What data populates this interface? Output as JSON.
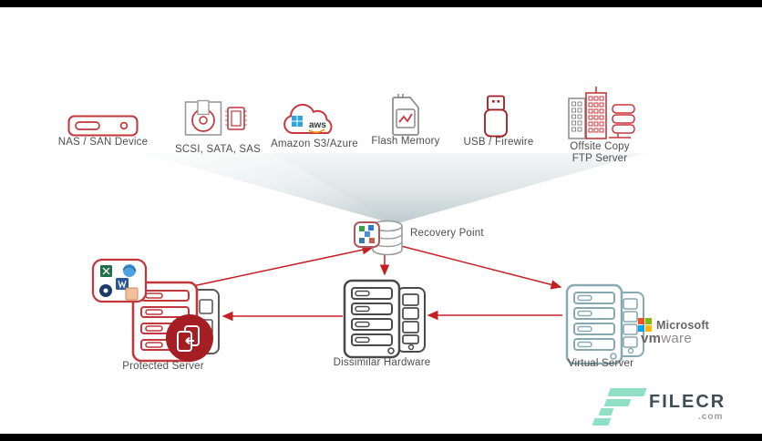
{
  "diagram": {
    "sources": [
      {
        "label": "NAS / SAN Device",
        "icon": "nas-device-icon"
      },
      {
        "label": "SCSI, SATA, SAS",
        "icon": "disk-and-chip-icon"
      },
      {
        "label": "Amazon S3/Azure",
        "icon": "cloud-icon",
        "cloud_text": "aws"
      },
      {
        "label": "Flash Memory",
        "icon": "sd-card-icon"
      },
      {
        "label": "USB / Firewire",
        "icon": "usb-stick-icon"
      },
      {
        "label_line1": "Offsite Copy",
        "label_line2": "FTP Server",
        "icon": "offsite-buildings-icon"
      }
    ],
    "recovery_point": {
      "label": "Recovery Point"
    },
    "servers": [
      {
        "label": "Protected Server"
      },
      {
        "label": "Dissimilar Hardware"
      },
      {
        "label": "Virtual Server"
      }
    ]
  },
  "vendor_logos": {
    "microsoft": "Microsoft",
    "vmware_bold": "vm",
    "vmware_light": "ware"
  },
  "watermark": {
    "name": "FILECR",
    "tld": ".com"
  },
  "colors": {
    "arrow_red": "#c52125",
    "server_red": "#c1373c",
    "server_gray": "#4a4a4a",
    "server_teal": "#87a9b1",
    "badge_red": "#a41e23",
    "label_gray": "#4d4d4d",
    "funnel_top": "#f3f6f6",
    "funnel_bottom": "#bccacd",
    "filecr_mint": "#90e0c5",
    "filecr_dark": "#3f4d57",
    "ms_red": "#f25022",
    "ms_green": "#7fba00",
    "ms_blue": "#00a4ef",
    "ms_yellow": "#ffb900"
  }
}
